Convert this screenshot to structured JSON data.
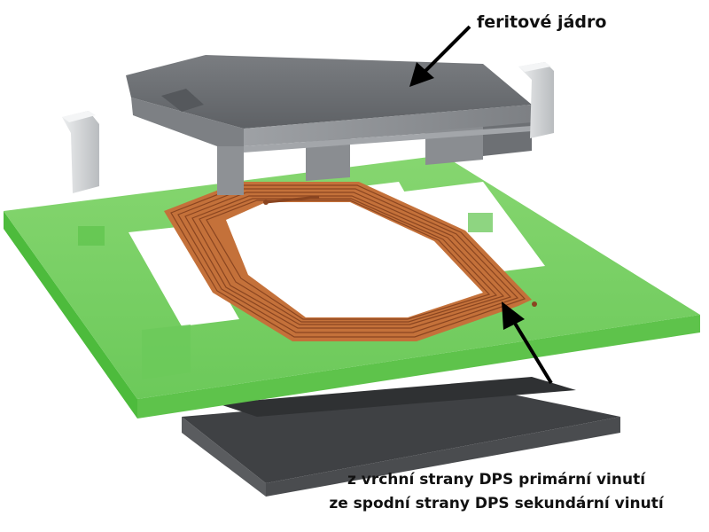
{
  "labels": {
    "ferrite_core": "feritové jádro",
    "note_line1": "z vrchní strany DPS primární vinutí",
    "note_line2": "ze spodní strany DPS sekundární vinutí"
  },
  "colors": {
    "pcb_top": "#7ed36a",
    "pcb_edge": "#4dbb3c",
    "ferrite_top": "#6b6e72",
    "ferrite_side": "#8a8d91",
    "ferrite_bottom": "#3f4144",
    "copper": "#c4713a",
    "copper_dark": "#8a4520",
    "clip": "#d6d8da"
  },
  "icons": [
    "arrow-pointer-icon",
    "arrow-pointer-icon"
  ]
}
